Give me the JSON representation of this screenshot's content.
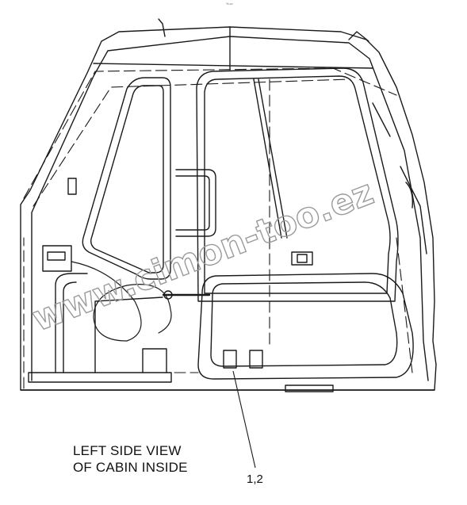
{
  "header": {
    "tiny_text": "%.cc"
  },
  "caption": {
    "line1": "LEFT SIDE VIEW",
    "line2": "OF CABIN INSIDE"
  },
  "callout": {
    "label": "1,2"
  },
  "watermark": {
    "text": "www.cimon-too.ez"
  }
}
